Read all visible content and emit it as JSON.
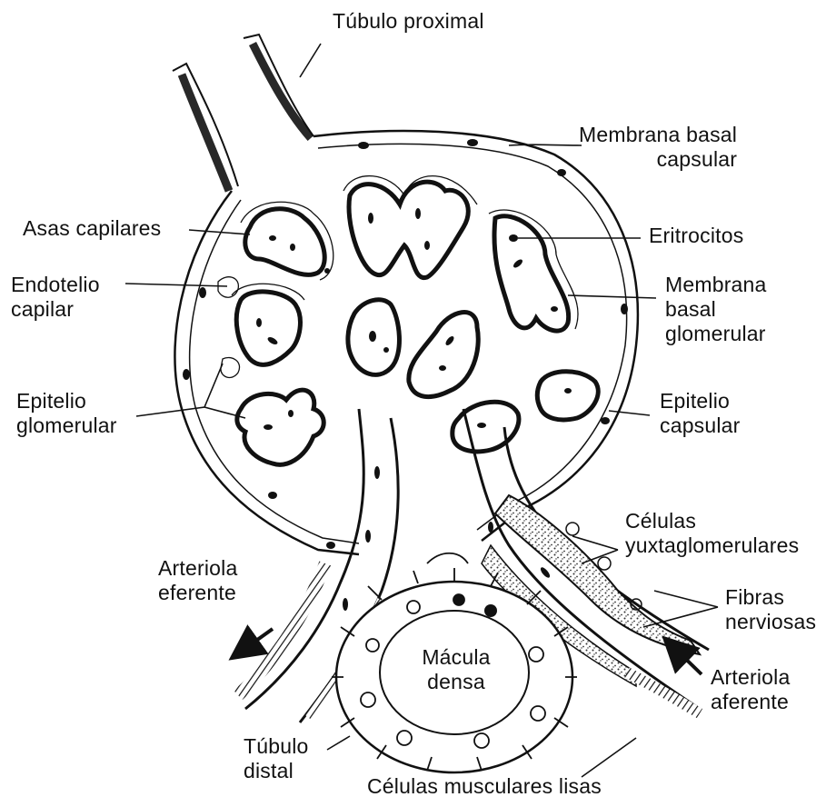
{
  "labels": {
    "tubulo_proximal": "Túbulo proximal",
    "membrana_basal_capsular": [
      "Membrana basal",
      "capsular"
    ],
    "asas_capilares": "Asas capilares",
    "eritrocitos": "Eritrocitos",
    "endotelio_capilar": [
      "Endotelio",
      "capilar"
    ],
    "membrana_basal_glomerular": [
      "Membrana",
      "basal",
      "glomerular"
    ],
    "epitelio_glomerular": [
      "Epitelio",
      "glomerular"
    ],
    "epitelio_capsular": [
      "Epitelio",
      "capsular"
    ],
    "celulas_yuxtaglomerulares": [
      "Células",
      "yuxtaglomerulares"
    ],
    "arteriola_eferente": [
      "Arteriola",
      "eferente"
    ],
    "fibras_nerviosas": [
      "Fibras",
      "nerviosas"
    ],
    "macula_densa": [
      "Mácula",
      "densa"
    ],
    "arteriola_aferente": [
      "Arteriola",
      "aferente"
    ],
    "tubulo_distal": [
      "Túbulo",
      "distal"
    ],
    "celulas_musculares_lisas": "Células musculares lisas"
  },
  "colors": {
    "ink": "#111111",
    "paper": "#ffffff",
    "stipple": "#555555"
  }
}
